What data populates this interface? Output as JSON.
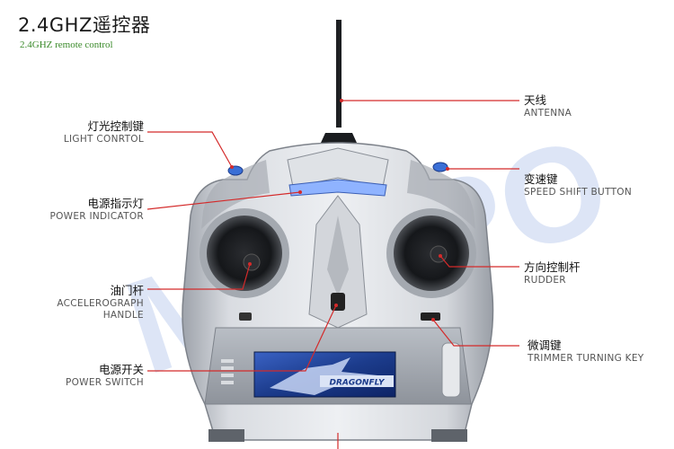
{
  "header": {
    "title": "2.4GHZ遥控器",
    "subtitle": "2.4GHZ remote control"
  },
  "callouts": {
    "antenna": {
      "zh": "天线",
      "en": "ANTENNA"
    },
    "light_control": {
      "zh": "灯光控制键",
      "en": "LIGHT CONRTOL"
    },
    "speed_shift": {
      "zh": "变速键",
      "en": "SPEED SHIFT BUTTON"
    },
    "power_indicator": {
      "zh": "电源指示灯",
      "en": "POWER INDICATOR"
    },
    "rudder": {
      "zh": "方向控制杆",
      "en": "RUDDER"
    },
    "throttle": {
      "zh": "油门杆",
      "en_line1": "ACCELEROGRAPH",
      "en_line2": "HANDLE"
    },
    "trimmer": {
      "zh": "微调键",
      "en": "TRIMMER TURNING KEY"
    },
    "power_switch": {
      "zh": "电源开关",
      "en": "POWER SWITCH"
    }
  },
  "device": {
    "screen_brand": "DRAGONFLY",
    "watermark": "MAPPO"
  },
  "colors": {
    "leader_line": "#d42a2a",
    "body_silver": "#c8ccd2",
    "screen_blue": "#1c3c8c"
  }
}
